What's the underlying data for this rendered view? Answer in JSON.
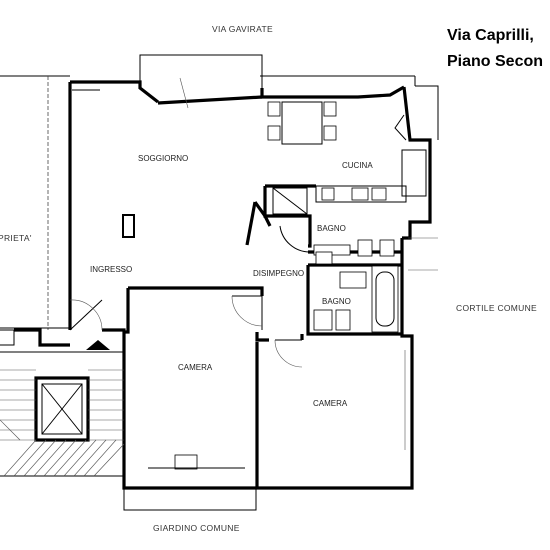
{
  "title": {
    "line1": "Via Caprilli,",
    "line2": "Piano Secon"
  },
  "streets": {
    "top": "VIA GAVIRATE",
    "bottom": "GIARDINO COMUNE",
    "right": "CORTILE COMUNE",
    "left": "PRIETA'"
  },
  "rooms": {
    "living": "SOGGIORNO",
    "kitchen": "CUCINA",
    "bath1": "BAGNO",
    "bath2": "BAGNO",
    "entrance": "INGRESSO",
    "hallway": "DISIMPEGNO",
    "bedroom1": "CAMERA",
    "bedroom2": "CAMERA"
  }
}
